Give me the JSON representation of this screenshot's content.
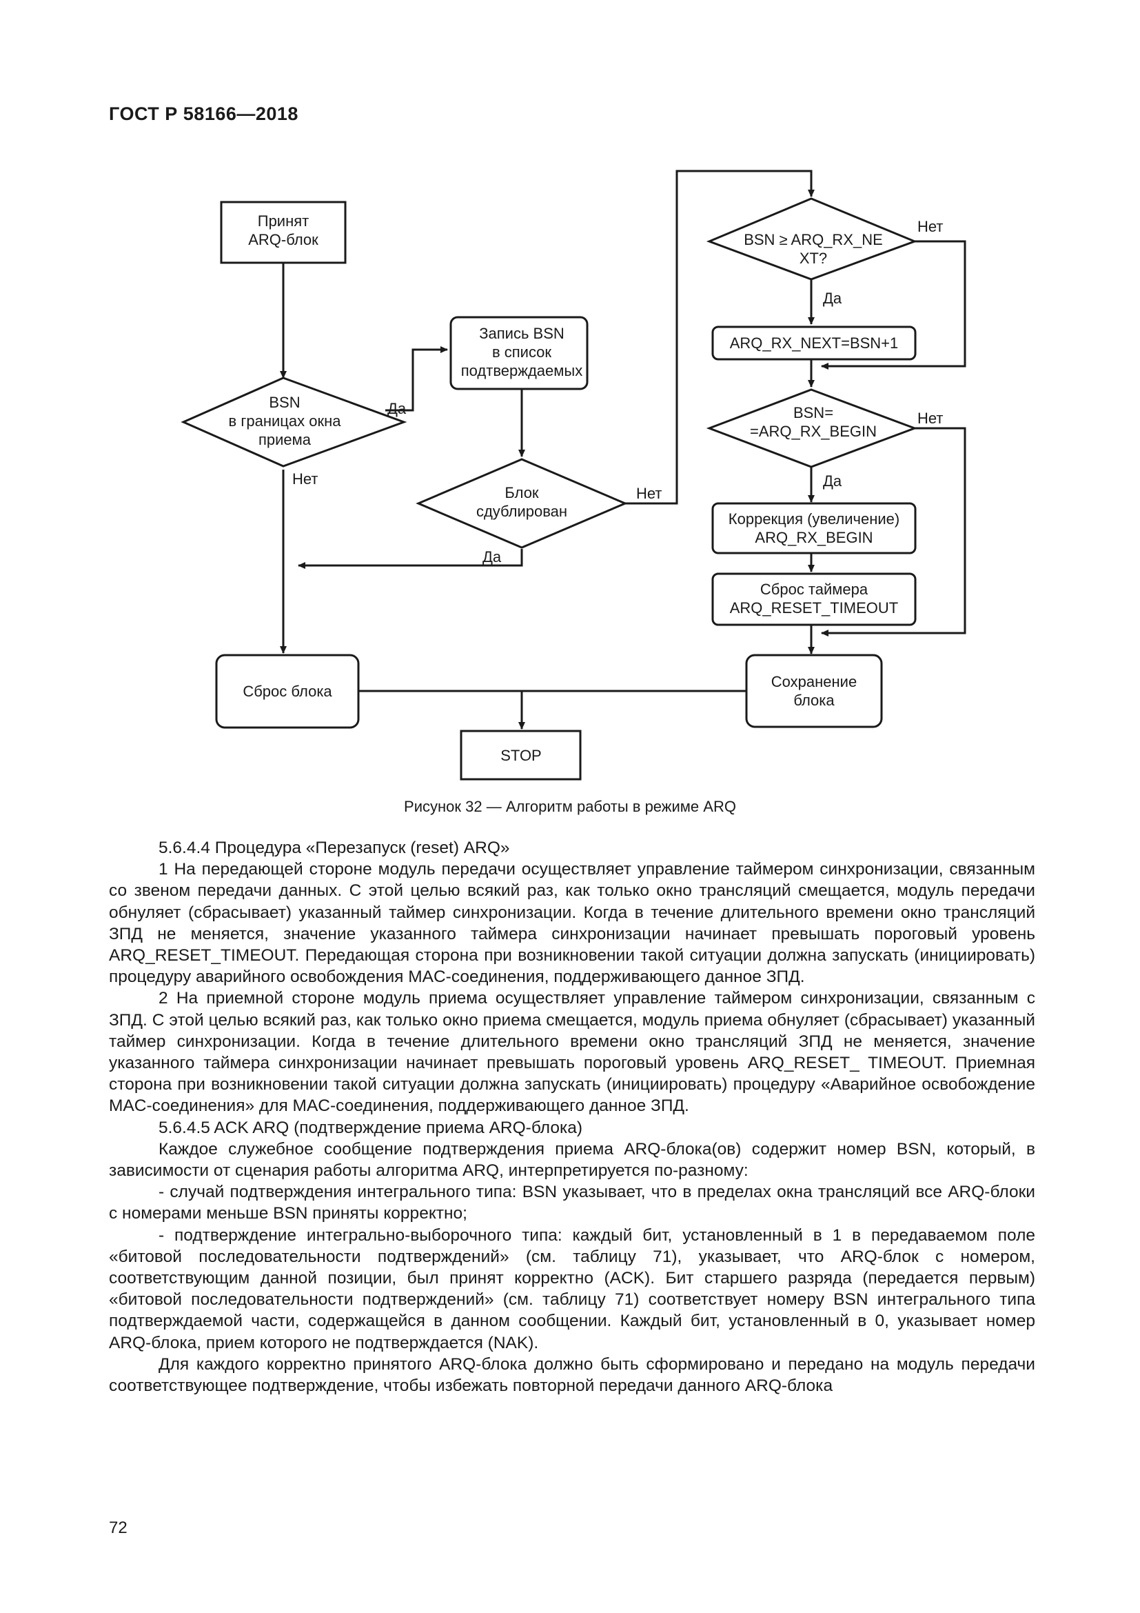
{
  "header": {
    "standard": "ГОСТ Р 58166—2018"
  },
  "figure": {
    "caption": "Рисунок 32 — Алгоритм работы в режиме ARQ",
    "nodes": {
      "received": [
        "Принят",
        "ARQ-блок"
      ],
      "in_window": [
        "BSN",
        "в границах окна",
        "приема"
      ],
      "record_bsn": [
        "Запись BSN",
        "в список",
        "подтверждаемых"
      ],
      "duplicated": [
        "Блок",
        "сдублирован"
      ],
      "bsn_ge_next": [
        "BSN ≥ ARQ_RX_NE",
        "XT?"
      ],
      "set_next": [
        "ARQ_RX_NEXT=BSN+1"
      ],
      "bsn_eq_begin": [
        "BSN=",
        "=ARQ_RX_BEGIN"
      ],
      "correct_begin": [
        "Коррекция (увеличение)",
        "ARQ_RX_BEGIN"
      ],
      "reset_timer": [
        "Сброс таймера",
        "ARQ_RESET_TIMEOUT"
      ],
      "drop_block": [
        "Сброс блока"
      ],
      "save_block": [
        "Сохранение",
        "блока"
      ],
      "stop": [
        "STOP"
      ]
    },
    "labels": {
      "yes": "Да",
      "no": "Нет"
    }
  },
  "body": {
    "paragraphs": [
      "5.6.4.4 Процедура «Перезапуск (reset) ARQ»",
      "1 На передающей стороне модуль передачи осуществляет управление таймером синхронизации, связанным со звеном передачи данных. С этой целью всякий раз, как только окно трансляций смещается, модуль передачи обнуляет (сбрасывает) указанный таймер синхронизации. Когда в течение длительного времени окно трансляций ЗПД не меняется, значение указанного таймера синхронизации начинает превышать пороговый уровень ARQ_RESET_TIMEOUT. Передающая сторона при возникновении такой ситуации должна запускать (инициировать) процедуру аварийного освобождения MAC-соединения, поддерживающего данное ЗПД.",
      "2 На приемной стороне модуль приема осуществляет управление таймером синхронизации, связанным с ЗПД. С этой целью всякий раз, как только окно приема смещается, модуль приема обнуляет (сбрасывает) указанный таймер синхронизации. Когда в течение длительного времени окно трансляций ЗПД не меняется, значение указанного таймера синхронизации начинает превышать пороговый уровень ARQ_RESET_ TIMEOUT. Приемная сторона при возникновении такой ситуации должна запускать (инициировать) процедуру «Аварийное освобождение MAC-соединения» для MAC-соединения, поддерживающего данное ЗПД.",
      "5.6.4.5 ACK ARQ (подтверждение приема ARQ-блока)",
      "Каждое служебное сообщение подтверждения приема ARQ-блока(ов) содержит номер BSN, который, в зависимости от сценария работы алгоритма ARQ, интерпретируется по-разному:",
      "- случай подтверждения интегрального типа: BSN указывает, что в пределах окна трансляций все ARQ-блоки с номерами меньше BSN приняты корректно;",
      "- подтверждение интегрально-выборочного типа: каждый бит, установленный в 1 в передаваемом поле «битовой последовательности подтверждений» (см. таблицу 71), указывает, что ARQ-блок с номером, соответствующим данной позиции, был принят корректно (ACK). Бит старшего разряда (передается первым) «битовой последовательности подтверждений» (см. таблицу 71) соответствует номеру BSN интегрального типа подтверждаемой части, содержащейся в данном сообщении. Каждый бит, установленный в 0, указывает номер ARQ-блока, прием которого не подтверждается (NAK).",
      "Для каждого корректно принятого ARQ-блока должно быть сформировано и передано на модуль передачи соответствующее подтверждение, чтобы избежать повторной передачи данного ARQ-блока"
    ]
  },
  "page_number": "72"
}
